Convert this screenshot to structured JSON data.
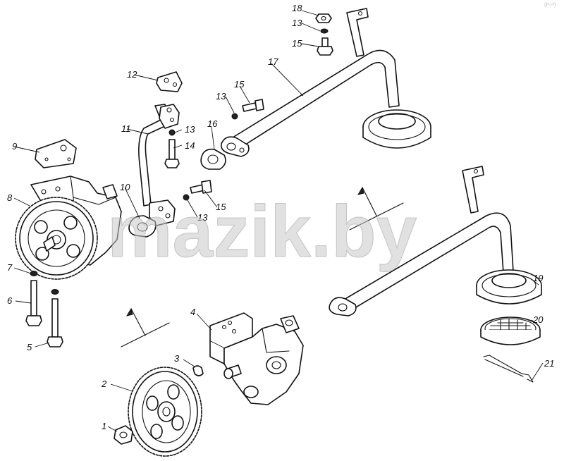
{
  "watermark": {
    "text": "mazik.by"
  },
  "corner_mark": "(f¹·ⁿ⁰)",
  "callouts": [
    {
      "id": "1",
      "label": "1"
    },
    {
      "id": "2",
      "label": "2"
    },
    {
      "id": "3",
      "label": "3"
    },
    {
      "id": "4",
      "label": "4"
    },
    {
      "id": "5",
      "label": "5"
    },
    {
      "id": "6",
      "label": "6"
    },
    {
      "id": "7",
      "label": "7"
    },
    {
      "id": "8",
      "label": "8"
    },
    {
      "id": "9",
      "label": "9"
    },
    {
      "id": "10",
      "label": "10"
    },
    {
      "id": "11",
      "label": "11"
    },
    {
      "id": "12",
      "label": "12"
    },
    {
      "id": "13a",
      "label": "13"
    },
    {
      "id": "13b",
      "label": "13"
    },
    {
      "id": "13c",
      "label": "13"
    },
    {
      "id": "13d",
      "label": "13"
    },
    {
      "id": "14",
      "label": "14"
    },
    {
      "id": "15a",
      "label": "15"
    },
    {
      "id": "15b",
      "label": "15"
    },
    {
      "id": "15c",
      "label": "15"
    },
    {
      "id": "16",
      "label": "16"
    },
    {
      "id": "17",
      "label": "17"
    },
    {
      "id": "18",
      "label": "18"
    },
    {
      "id": "19",
      "label": "19"
    },
    {
      "id": "20",
      "label": "20"
    },
    {
      "id": "21",
      "label": "21"
    }
  ]
}
